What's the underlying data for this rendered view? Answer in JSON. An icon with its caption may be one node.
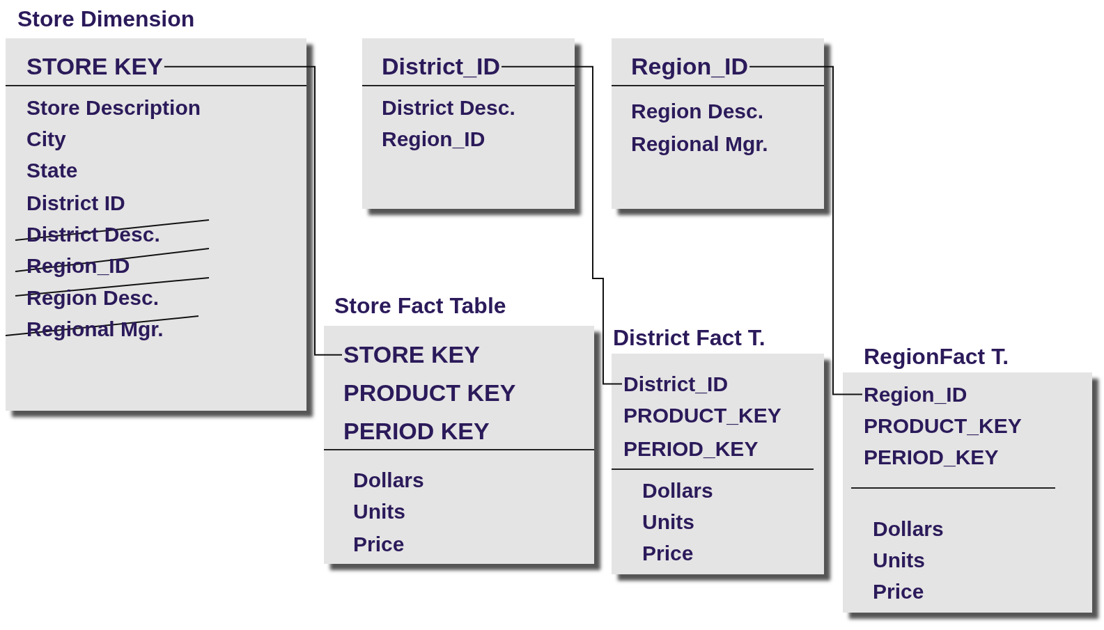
{
  "diagram": {
    "nodes": [
      {
        "text": [
          "Store Dimension",
          "Store Description",
          "City",
          "State",
          "District ID",
          "District Desc.",
          "Region_ID",
          "Region Desc.",
          "Regional Mgr."
        ]
      },
      {
        "text": [
          "STORE KEY"
        ],
        "in": 0
      },
      {
        "text": [
          "District Desc.",
          "Region_ID"
        ]
      },
      {
        "text": [
          "District_ID"
        ],
        "in": 2
      },
      {
        "text": [
          "Region Desc.",
          "Regional Mgr."
        ]
      },
      {
        "text": [
          "Region_ID"
        ],
        "in": 4
      },
      {
        "text": [
          "Store Fact Table",
          "PRODUCT KEY",
          "PERIOD KEY",
          "Dollars",
          "Units",
          "Price"
        ]
      },
      {
        "text": [
          "STORE KEY"
        ],
        "in": 6
      },
      {
        "text": [
          "District Fact T.",
          "PRODUCT_KEY",
          "PERIOD_KEY",
          "Dollars",
          "Units",
          "Price"
        ]
      },
      {
        "text": [
          "District_ID"
        ],
        "in": 8
      },
      {
        "text": [
          "RegionFact T.",
          "PRODUCT_KEY",
          "PERIOD_KEY",
          "Dollars",
          "Units",
          "Price"
        ]
      },
      {
        "text": [
          "Region_ID"
        ],
        "in": 10
      }
    ],
    "edges": [
      {
        "from": 1,
        "to": 7,
        "arrow": "none"
      },
      {
        "from": 3,
        "to": 9,
        "arrow": "none"
      },
      {
        "from": 5,
        "to": 11,
        "arrow": "none"
      }
    ]
  }
}
